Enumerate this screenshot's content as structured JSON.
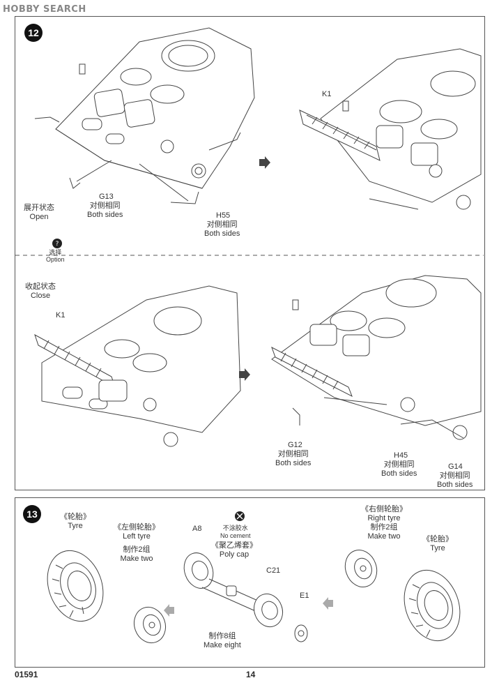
{
  "watermark": "HOBBY SEARCH",
  "step12": {
    "number": "12",
    "open": {
      "zh": "展开状态",
      "en": "Open"
    },
    "close": {
      "zh": "收起状态",
      "en": "Close"
    },
    "option": {
      "zh": "选择",
      "en": "Option"
    },
    "g13": {
      "part": "G13",
      "zh": "对侧相同",
      "en": "Both sides"
    },
    "h55": {
      "part": "H55",
      "zh": "对侧相同",
      "en": "Both sides"
    },
    "k1_top": "K1",
    "k1_bottom": "K1",
    "g12": {
      "part": "G12",
      "zh": "对侧相同",
      "en": "Both sides"
    },
    "h45": {
      "part": "H45",
      "zh": "对侧相同",
      "en": "Both sides"
    },
    "g14": {
      "part": "G14",
      "zh": "对侧相同",
      "en": "Both sides"
    }
  },
  "step13": {
    "number": "13",
    "tyre_left": {
      "zh": "《轮胎》",
      "en": "Tyre"
    },
    "left_tyre": {
      "zh": "《左侧轮胎》",
      "en": "Left  tyre",
      "make_zh": "制作2组",
      "make_en": "Make two"
    },
    "a8": "A8",
    "no_cement": {
      "zh": "不涂胶水",
      "en": "No cement"
    },
    "poly_cap": {
      "zh": "《聚乙烯套》",
      "en": "Poly cap"
    },
    "c21": "C21",
    "e1": "E1",
    "make_eight": {
      "zh": "制作8组",
      "en": "Make eight"
    },
    "right_tyre": {
      "zh": "《右侧轮胎》",
      "en": "Right tyre",
      "make_zh": "制作2组",
      "make_en": "Make two"
    },
    "tyre_right": {
      "zh": "《轮胎》",
      "en": "Tyre"
    }
  },
  "footer": {
    "code": "01591",
    "page": "14"
  }
}
